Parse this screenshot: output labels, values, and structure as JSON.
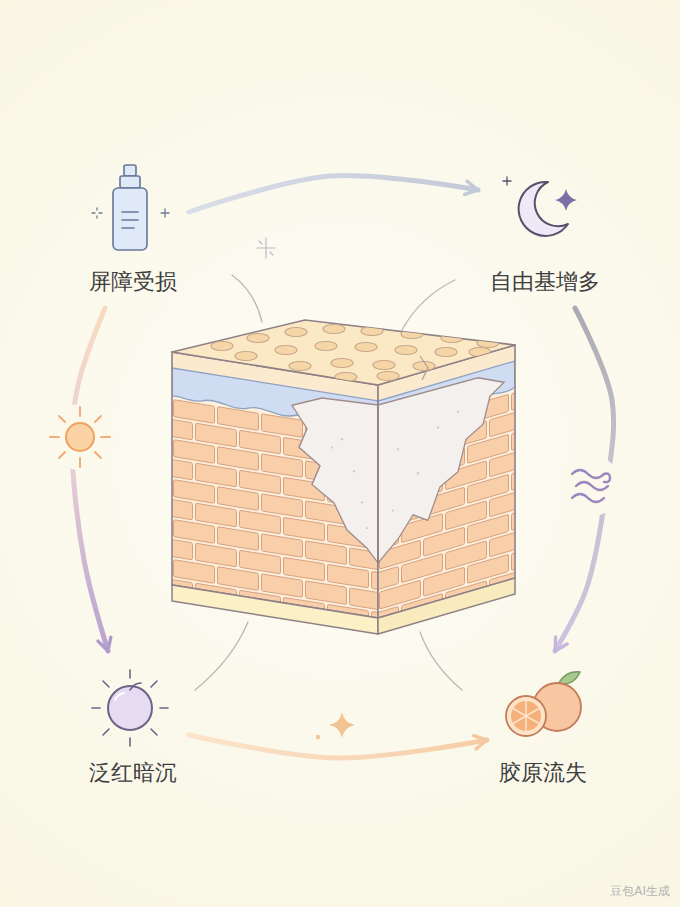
{
  "diagram": {
    "nodes": [
      {
        "text": [
          "屏障受损"
        ]
      },
      {
        "text": [
          "自由基增多"
        ]
      },
      {
        "text": [
          "泛红暗沉"
        ]
      },
      {
        "text": [
          "胶原流失"
        ]
      }
    ],
    "edges": [
      {
        "from": 0,
        "to": 1,
        "arrow": "to"
      },
      {
        "from": 1,
        "to": 3,
        "arrow": "to"
      },
      {
        "from": 0,
        "to": 2,
        "arrow": "to"
      },
      {
        "from": 2,
        "to": 3,
        "arrow": "to"
      }
    ],
    "labels": [
      "豆包AI生成"
    ]
  }
}
